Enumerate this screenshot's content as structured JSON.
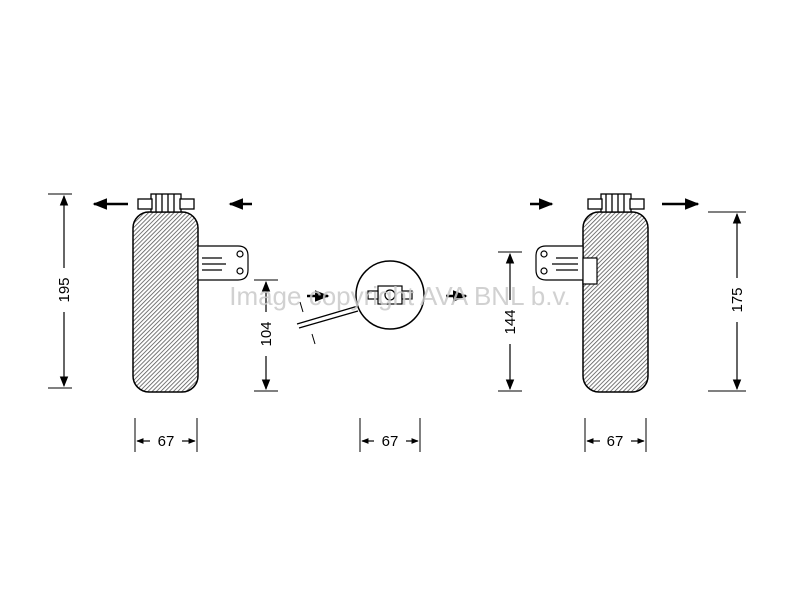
{
  "dimensions": {
    "left_height": "195",
    "left_width": "67",
    "middle_height": "104",
    "middle_width": "67",
    "right_inner_height": "144",
    "right_height": "175",
    "right_width": "67"
  },
  "watermark": "Image copyright AVA BNL b.v.",
  "colors": {
    "line": "#000000",
    "hatch": "#6a6a6a",
    "background": "#ffffff",
    "watermark": "#c9c9c9"
  },
  "icons": [
    "flow-arrow-left-icon",
    "flow-arrow-right-icon",
    "dimension-arrow-icon"
  ]
}
